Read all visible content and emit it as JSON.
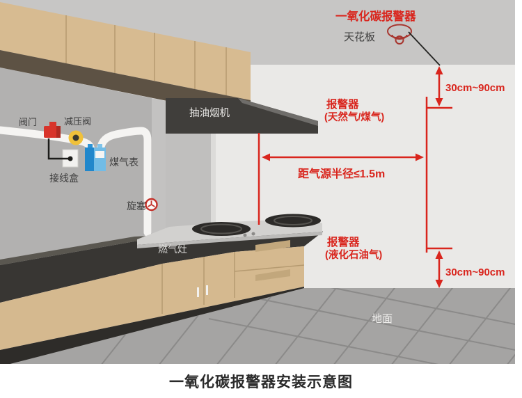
{
  "colors": {
    "annotation_red": "#d9251d",
    "alarm_icon_red": "#a83730",
    "pointer_black": "#232321",
    "ceiling_gray": "#c7c6c5",
    "back_wall_light": "#eae9e7",
    "left_wall_gray": "#b2b1b0",
    "corner_gray": "#c3c2c1",
    "cabinet_tan": "#d7bb91",
    "cabinet_underside_brown": "#5d5244",
    "hood_dark": "#403e3b",
    "counter_dark": "#383633",
    "stove_light": "#d2d1cf",
    "kick_dark": "#2e2c29",
    "floor_gray": "#a5a4a3",
    "floor_line_gray": "#8b8a89",
    "pipe_white": "#f5f4f2",
    "meter_blue_dark": "#2187cb",
    "meter_blue_light": "#72bce6",
    "valve_red": "#d8342b",
    "regulator_yellow": "#f0c13a",
    "text_dark": "#3d3d3d",
    "label_light": "#e9e8e6"
  },
  "annotations": {
    "co_alarm_title": "一氧化碳报警器",
    "ceiling_label": "天花板",
    "top_distance": "30cm~90cm",
    "alarm_natural_gas_line1": "报警器",
    "alarm_natural_gas_line2": "(天然气/煤气)",
    "radius_label": "距气源半径≤1.5m",
    "alarm_lpg_line1": "报警器",
    "alarm_lpg_line2": "(液化石油气)",
    "bottom_distance": "30cm~90cm",
    "floor_label": "地面"
  },
  "kitchen_labels": {
    "range_hood": "抽油烟机",
    "valve": "阀门",
    "pressure_regulator": "减压阀",
    "junction_box": "接线盒",
    "gas_meter": "煤气表",
    "plug_valve": "旋塞",
    "gas_stove": "燃气灶"
  },
  "caption": "一氧化碳报警器安装示意图"
}
